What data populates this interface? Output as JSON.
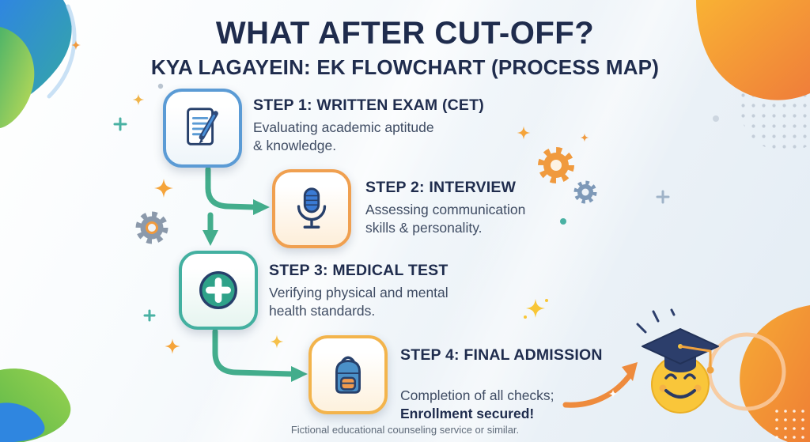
{
  "header": {
    "title": "WHAT AFTER CUT-OFF?",
    "subtitle": "KYA LAGAYEIN: EK FLOWCHART (PROCESS MAP)"
  },
  "steps": [
    {
      "title": "STEP 1: WRITTEN EXAM (CET)",
      "description": "Evaluating academic aptitude\n& knowledge.",
      "icon": "document-pen-icon",
      "accent": "#5b9bd5"
    },
    {
      "title": "STEP 2: INTERVIEW",
      "description": "Assessing communication\nskills & personality.",
      "icon": "microphone-icon",
      "accent": "#f0a050"
    },
    {
      "title": "STEP 3: MEDICAL TEST",
      "description": "Verifying physical and mental\nhealth standards.",
      "icon": "medical-cross-icon",
      "accent": "#43b0a0"
    },
    {
      "title": "STEP 4: FINAL ADMISSION",
      "description": "Completion of all checks;",
      "emphasis": "Enrollment secured!",
      "icon": "backpack-icon",
      "accent": "#f3b44c"
    }
  ],
  "mascot": {
    "name": "graduate-smiley",
    "cap_color": "#2c3e6b",
    "face_color": "#f9c63a"
  },
  "footer": {
    "disclaimer": "Fictional educational counseling service or similar."
  },
  "colors": {
    "title_text": "#1f2c4d",
    "body_text": "#3f4c63",
    "arrow_teal": "#43ad8c",
    "arrow_orange": "#ee8b3d",
    "background_start": "#ffffff",
    "background_end": "#e3ecf4"
  }
}
